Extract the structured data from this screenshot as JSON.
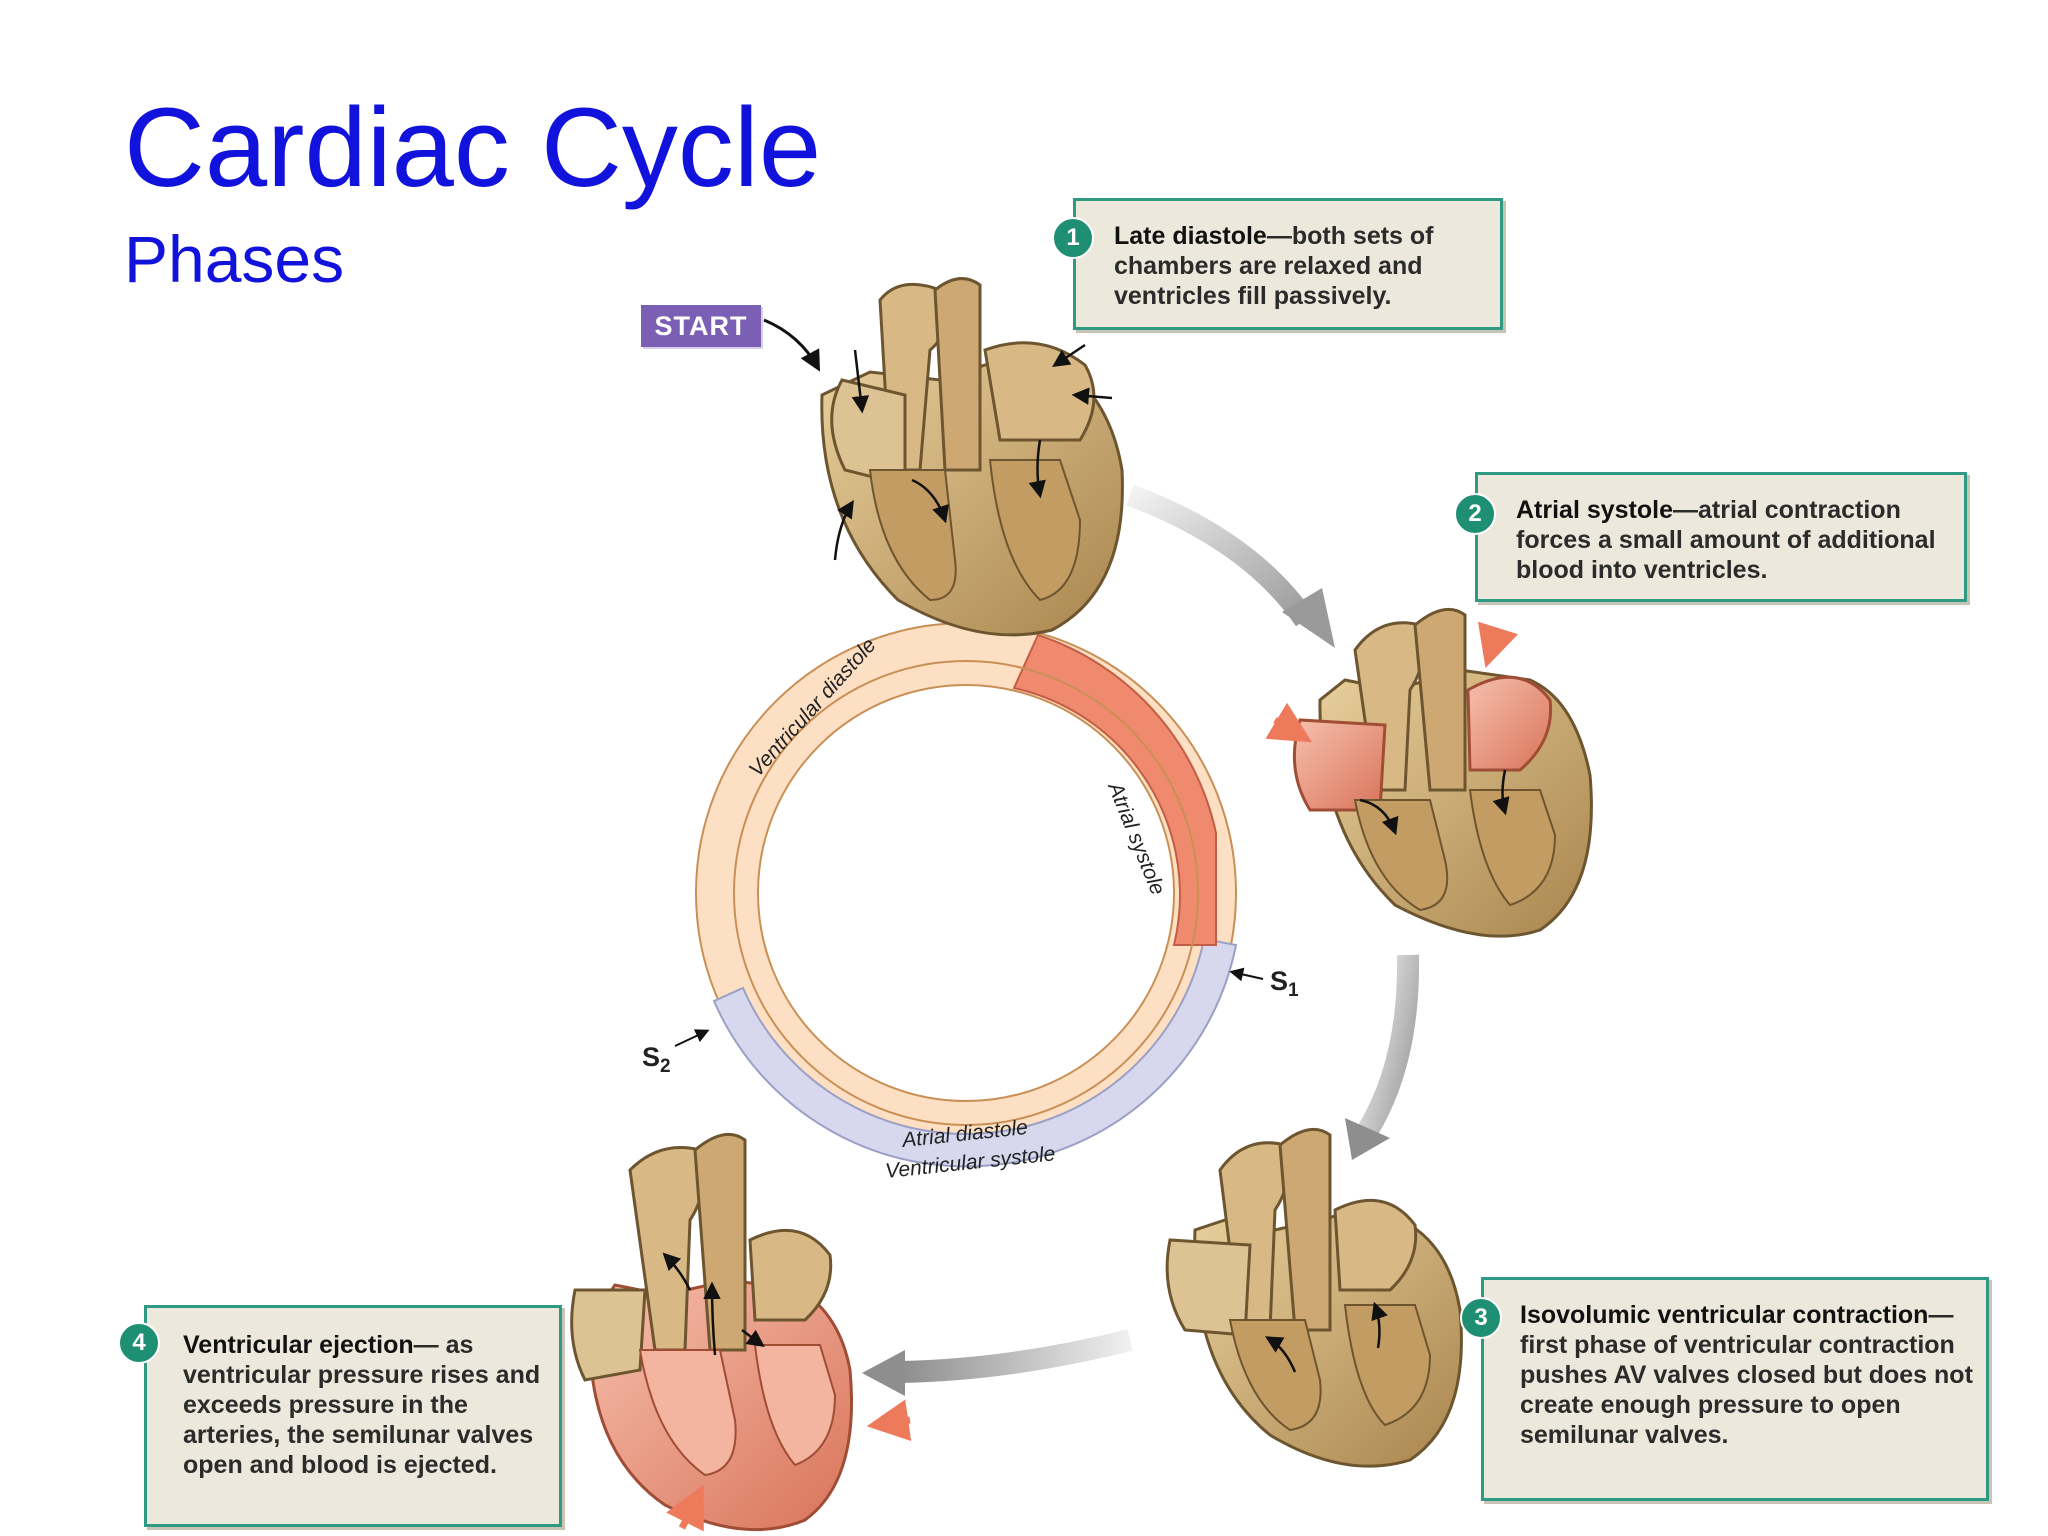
{
  "title": "Cardiac Cycle",
  "subtitle": "Phases",
  "start_label": "START",
  "phases": [
    {
      "number": "1",
      "term": "Late diastole",
      "description": "—both sets of chambers are relaxed and ventricles fill passively."
    },
    {
      "number": "2",
      "term": "Atrial systole",
      "description": "—atrial contraction forces a small amount of additional blood into ventricles."
    },
    {
      "number": "3",
      "term": "Isovolumic ventricular contraction",
      "description": "—first phase of ventricular contraction pushes AV valves closed but does not create enough pressure to open semilunar valves."
    },
    {
      "number": "4",
      "term": "Ventricular ejection",
      "description": "— as ventricular pressure rises and exceeds pressure in the arteries, the semilunar valves open and blood is ejected."
    }
  ],
  "cycle_ring": {
    "ventricular_diastole": "Ventricular diastole",
    "atrial_systole": "Atrial systole",
    "atrial_diastole": "Atrial diastole",
    "ventricular_systole": "Ventricular systole",
    "s1": "S",
    "s1_sub": "1",
    "s2": "S",
    "s2_sub": "2"
  },
  "colors": {
    "title": "#1212dd",
    "caption_border": "#2f9a83",
    "caption_fill": "#ede8dc",
    "badge": "#1f8f73",
    "start_badge": "#7b5fb4",
    "diastole_band": "#fde0c4",
    "atrial_systole_band": "#f08a6e",
    "ventricular_systole_band": "#d7d8ee",
    "heart_tissue": "#c9a46b",
    "contracting_tissue": "#e89a84"
  }
}
